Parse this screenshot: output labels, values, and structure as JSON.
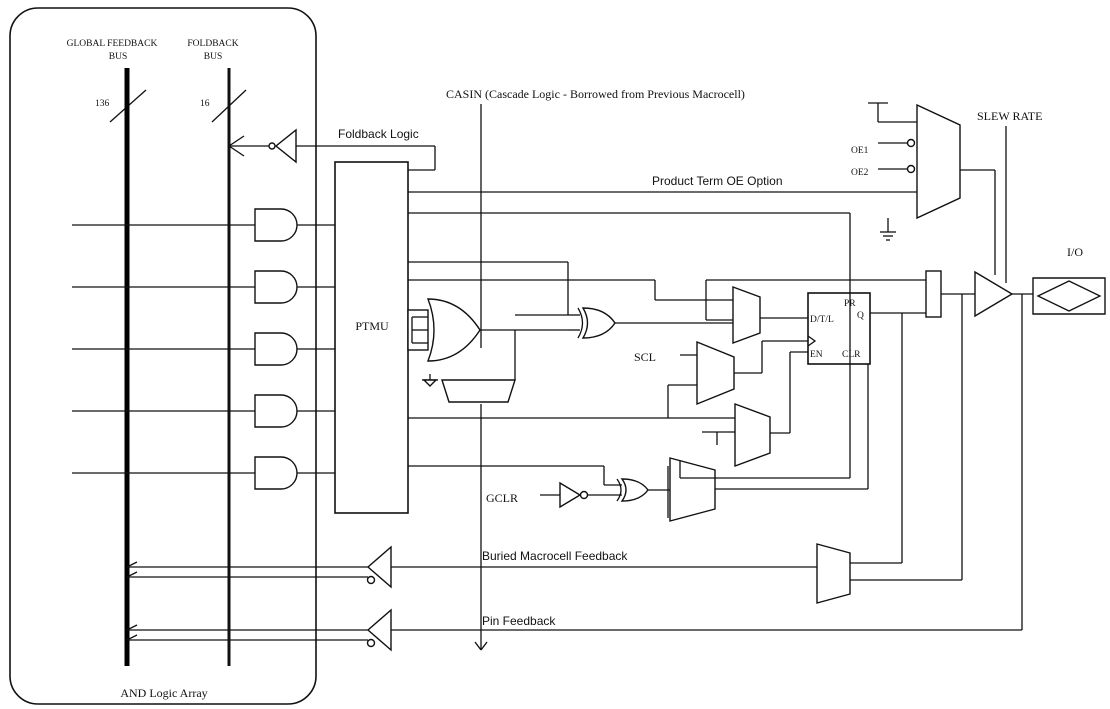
{
  "labels": {
    "global_feedback_bus": [
      "GLOBAL FEEDBACK",
      "BUS"
    ],
    "foldback_bus": [
      "FOLDBACK",
      "BUS"
    ],
    "global_bus_width": "136",
    "foldback_bus_width": "16",
    "casin": "CASIN  (Cascade Logic - Borrowed from Previous Macrocell)",
    "foldback_logic": "Foldback Logic",
    "product_term_oe": "Product Term OE Option",
    "slew_rate": "SLEW RATE",
    "oe1": "OE1",
    "oe2": "OE2",
    "io": "I/O",
    "ptmu": "PTMU",
    "scl": "SCL",
    "gclr": "GCLR",
    "ff_pr": "PR",
    "ff_d": "D/T/L",
    "ff_q": "Q",
    "ff_en": "EN",
    "ff_clr": "CLR",
    "buried_feedback": "Buried  Macrocell Feedback",
    "pin_feedback": "Pin Feedback",
    "and_array": "AND Logic Array"
  },
  "colors": {
    "line": "#111111",
    "background": "#ffffff"
  }
}
